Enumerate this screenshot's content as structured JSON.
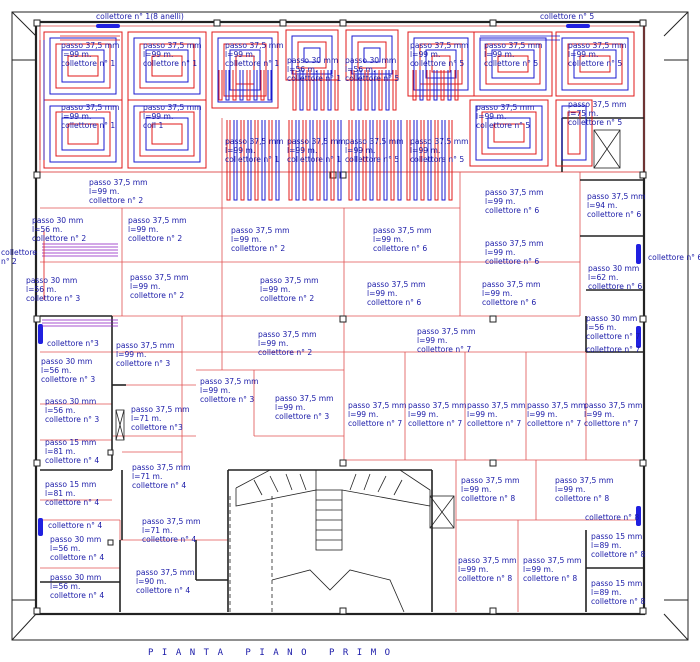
{
  "title": "PIANTA PIANO PRIMO",
  "colors": {
    "wall": "#222222",
    "room_line": "#e05050",
    "pipe_red": "#e01818",
    "pipe_blue": "#1a1ad0",
    "text": "#1a1aa8",
    "manifold": "#2020e0"
  },
  "collectors": [
    "collettore n° 1(8 anelli)",
    "collettore n° 5",
    "collettore\nn° 2",
    "collettore n° 6",
    "collettore n°3",
    "collettore n° 7",
    "collettore n° 4",
    "collettore n° 8"
  ],
  "rooms": [
    "passo 37,5 mm\nl=99 m.\ncollettore n° 1",
    "passo 37,5 mm\nl=99 m.\ncollettore n° 1",
    "passo 37,5 mm\nl=99 m.\ncollettore n° 1",
    "passo 30 mm\nl=56 m.\ncollettore n° 1",
    "passo 30 mm\nl=56 m.\ncollettore n° 5",
    "passo 37,5 mm\nl=99 m.\ncollettore n° 5",
    "passo 37,5 mm\nl=99 m.\ncollettore n° 5",
    "passo 37,5 mm\nl=99 m.\ncollettore n° 5",
    "passo 37,5 mm\nl=99 m.\ncollettore n° 1",
    "passo 37,5 mm\nl=99 m.\ncoll 1",
    "passo 37,5 mm\nl=99 m.\ncollettore n° 1",
    "passo 37,5 mm\nl=99 m.\ncollettore n° 1",
    "passo 37,5 mm\nl=99 m.\ncollettore n° 5",
    "passo 37,5 mm\nl=99 m.\ncollettore n° 5",
    "passo 37,5 mm\nl=99 m.\ncollettore n° 5",
    "passo 37,5 mm\nl=75 m.\ncollettore n° 5",
    "passo 37,5 mm\nl=99 m.\ncollettore n° 2",
    "passo 37,5 mm\nl=99 m.\ncollettore n° 6",
    "passo 37,5 mm\nl=94 m.\ncollettore n° 6",
    "passo 30 mm\nl=56 m.\ncollettore n° 2",
    "passo 37,5 mm\nl=99 m.\ncollettore n° 2",
    "passo 37,5 mm\nl=99 m.\ncollettore n° 2",
    "passo 37,5 mm\nl=99 m.\ncollettore n° 6",
    "passo 37,5 mm\nl=99 m.\ncollettore n° 6",
    "passo 30 mm\nl=62 m.\ncollettore n° 6",
    "passo 30 mm\nl=56 m.\ncollettore n° 3",
    "passo 37,5 mm\nl=99 m.\ncollettore n° 2",
    "passo 37,5 mm\nl=99 m.\ncollettore n° 2",
    "passo 37,5 mm\nl=99 m.\ncollettore n° 6",
    "passo 37,5 mm\nl=99 m.\ncollettore n° 6",
    "passo 30 mm\nl=56 m.\ncollettore n° 7",
    "passo 37,5 mm\nl=99 m.\ncollettore n° 3",
    "passo 37,5 mm\nl=99 m.\ncollettore n° 2",
    "passo 37,5 mm\nl=99 m.\ncollettore n° 7",
    "passo 30 mm\nl=56 m.\ncollettore n° 3",
    "passo 37,5 mm\nl=99 m.\ncollettore n° 3",
    "passo 37,5 mm\nl=99 m.\ncollettore n° 3",
    "passo 30 mm\nl=56 m.\ncollettore n° 3",
    "passo 37,5 mm\nl=71 m.\ncollettore n°3",
    "passo 37,5 mm\nl=99 m.\ncollettore n° 7",
    "passo 37,5 mm\nl=99 m.\ncollettore n° 7",
    "passo 37,5 mm\nl=99 m.\ncollettore n° 7",
    "passo 37,5 mm\nl=99 m.\ncollettore n° 7",
    "passo 37,5 mm\nl=99 m.\ncollettore n° 7",
    "passo 15 mm\nl=81 m.\ncollettore n° 4",
    "passo 15 mm\nl=81 m.\ncollettore n° 4",
    "passo 37,5 mm\nl=71 m.\ncollettore n° 4",
    "passo 37,5 mm\nl=99 m.\ncollettore n° 8",
    "passo 37,5 mm\nl=99 m.\ncollettore n° 8",
    "passo 37,5 mm\nl=71 m.\ncollettore n° 4",
    "passo 30 mm\nl=56 m.\ncollettore n° 4",
    "passo 30 mm\nl=56 m.\ncollettore n° 4",
    "passo 37,5 mm\nl=90 m.\ncollettore n° 4",
    "passo 37,5 mm\nl=99 m.\ncollettore n° 8",
    "passo 37,5 mm\nl=99 m.\ncollettore n° 8",
    "passo 15 mm\nl=89 m.\ncollettore n° 8",
    "passo 15 mm\nl=89 m.\ncollettore n° 8"
  ]
}
